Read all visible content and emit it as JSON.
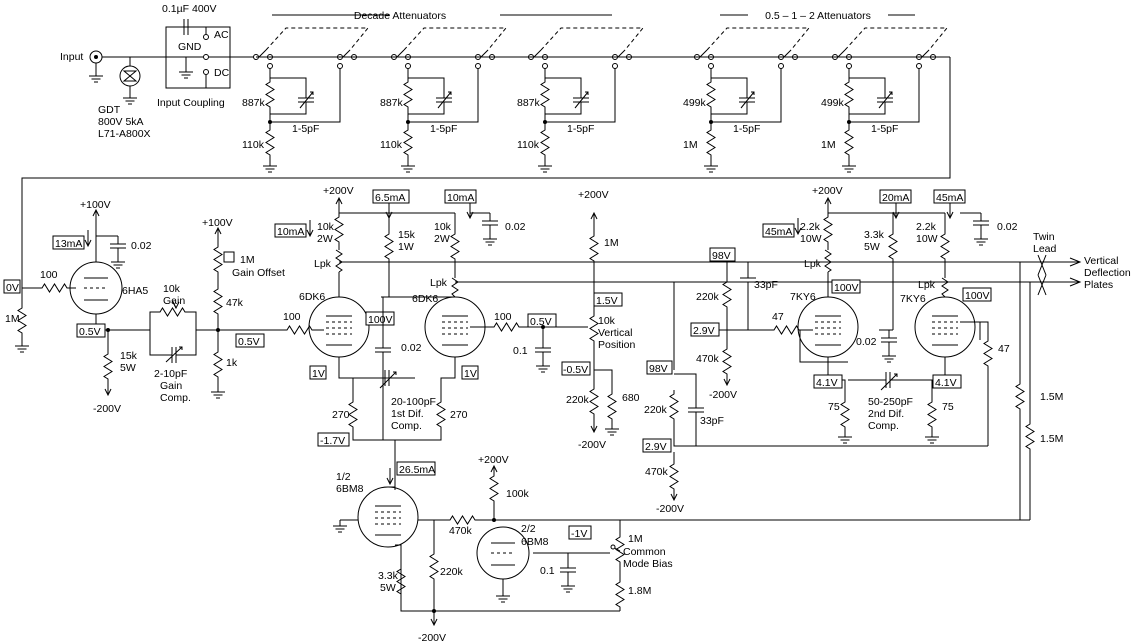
{
  "labels": {
    "input": "Input",
    "cap_top": "0.1µF 400V",
    "gnd": "GND",
    "ac": "AC",
    "dc": "DC",
    "input_coupling": "Input Coupling",
    "gdt_1": "GDT",
    "gdt_2": "800V 5kA",
    "gdt_3": "L71-A800X",
    "decade_attenuators": "Decade Attenuators",
    "attn_125": "0.5 – 1 – 2 Attenuators",
    "r887k": "887k",
    "r110k": "110k",
    "r499k": "499k",
    "r1M": "1M",
    "c1_5pF": "1-5pF",
    "plus100v": "+100V",
    "plus200v": "+200V",
    "minus200v": "-200V",
    "i13mA": "13mA",
    "c002": "0.02",
    "r100": "100",
    "tube_6ha5": "6HA5",
    "v0v": "0V",
    "v05v": "0.5V",
    "r15k_5w_a": "15k",
    "r15k_5w_b": "5W",
    "gain_10k": "10k",
    "gain_label": "Gain",
    "gaincomp_1": "2-10pF",
    "gaincomp_2": "Gain",
    "gaincomp_3": "Comp.",
    "gainoffset_1M": "1M",
    "gainoffset_label": "Gain Offset",
    "r47k": "47k",
    "r1k": "1k",
    "i10mA": "10mA",
    "i6_5mA": "6.5mA",
    "r10k_2w_a": "10k",
    "r10k_2w_b": "2W",
    "r15k_1w_a": "15k",
    "r15k_1w_b": "1W",
    "lpk": "Lpk",
    "tube_6dk6": "6DK6",
    "v100v": "100V",
    "v1v": "1V",
    "v_minus1_7v": "-1.7V",
    "r270": "270",
    "difcomp1_1": "20-100pF",
    "difcomp1_2": "1st Dif.",
    "difcomp1_3": "Comp.",
    "vpos_1M": "1M",
    "vpos_10k": "10k",
    "vpos_1": "Vertical",
    "vpos_2": "Position",
    "v1_5v": "1.5V",
    "c01": "0.1",
    "v_minus0_5v": "-0.5V",
    "r220k": "220k",
    "r680": "680",
    "v98v": "98V",
    "c33pF": "33pF",
    "v2_9v": "2.9V",
    "r470k": "470k",
    "r47": "47",
    "i45mA": "45mA",
    "i20mA": "20mA",
    "r2_2k_10w_a": "2.2k",
    "r2_2k_10w_b": "10W",
    "r3_3k_5w_a": "3.3k",
    "r3_3k_5w_b": "5W",
    "tube_7ky6": "7KY6",
    "v4_1v": "4.1V",
    "r75": "75",
    "difcomp2_1": "50-250pF",
    "difcomp2_2": "2nd Dif.",
    "difcomp2_3": "Comp.",
    "twin_1": "Twin",
    "twin_2": "Lead",
    "vdp_1": "Vertical",
    "vdp_2": "Deflection",
    "vdp_3": "Plates",
    "r1_5M": "1.5M",
    "tube_6bm8_1a": "1/2",
    "tube_6bm8_1b": "6BM8",
    "tube_6bm8_2a": "2/2",
    "tube_6bm8_2b": "6BM8",
    "i26_5mA": "26.5mA",
    "r100k": "100k",
    "r3_3k_a": "3.3k",
    "r3_3k_b": "5W",
    "r1_8M": "1.8M",
    "v_minus1v": "-1V",
    "cmb_1M": "1M",
    "cmb_1": "Common",
    "cmb_2": "Mode Bias"
  }
}
